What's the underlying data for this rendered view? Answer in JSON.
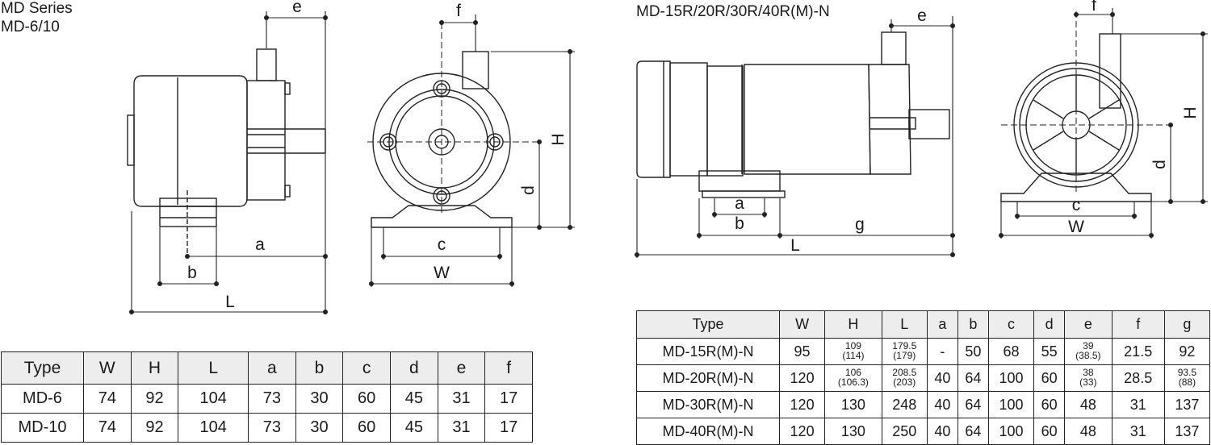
{
  "left": {
    "series_title": "MD Series",
    "model_title": "MD-6/10",
    "dims": {
      "e": "e",
      "f": "f",
      "H": "H",
      "d": "d",
      "a": "a",
      "b": "b",
      "L": "L",
      "c": "c",
      "W": "W"
    },
    "table": {
      "headers": [
        "Type",
        "W",
        "H",
        "L",
        "a",
        "b",
        "c",
        "d",
        "e",
        "f"
      ],
      "rows": [
        [
          "MD-6",
          "74",
          "92",
          "104",
          "73",
          "30",
          "60",
          "45",
          "31",
          "17"
        ],
        [
          "MD-10",
          "74",
          "92",
          "104",
          "73",
          "30",
          "60",
          "45",
          "31",
          "17"
        ]
      ]
    }
  },
  "right": {
    "model_title": "MD-15R/20R/30R/40R(M)-N",
    "dims": {
      "e": "e",
      "f": "f",
      "H": "H",
      "d": "d",
      "a": "a",
      "b": "b",
      "g": "g",
      "L": "L",
      "c": "c",
      "W": "W"
    },
    "table": {
      "headers": [
        "Type",
        "W",
        "H",
        "L",
        "a",
        "b",
        "c",
        "d",
        "e",
        "f",
        "g"
      ],
      "rows": [
        {
          "type": "MD-15R(M)-N",
          "W": "95",
          "H": [
            "109",
            "(114)"
          ],
          "L": [
            "179.5",
            "(179)"
          ],
          "a": "-",
          "b": "50",
          "c": "68",
          "d": "55",
          "e": [
            "39",
            "(38.5)"
          ],
          "f": "21.5",
          "g": "92"
        },
        {
          "type": "MD-20R(M)-N",
          "W": "120",
          "H": [
            "106",
            "(106.3)"
          ],
          "L": [
            "208.5",
            "(203)"
          ],
          "a": "40",
          "b": "64",
          "c": "100",
          "d": "60",
          "e": [
            "38",
            "(33)"
          ],
          "f": "28.5",
          "g": [
            "93.5",
            "(88)"
          ]
        },
        {
          "type": "MD-30R(M)-N",
          "W": "120",
          "H": "130",
          "L": "248",
          "a": "40",
          "b": "64",
          "c": "100",
          "d": "60",
          "e": "48",
          "f": "31",
          "g": "137"
        },
        {
          "type": "MD-40R(M)-N",
          "W": "120",
          "H": "130",
          "L": "250",
          "a": "40",
          "b": "64",
          "c": "100",
          "d": "60",
          "e": "48",
          "f": "31",
          "g": "137"
        }
      ]
    }
  }
}
